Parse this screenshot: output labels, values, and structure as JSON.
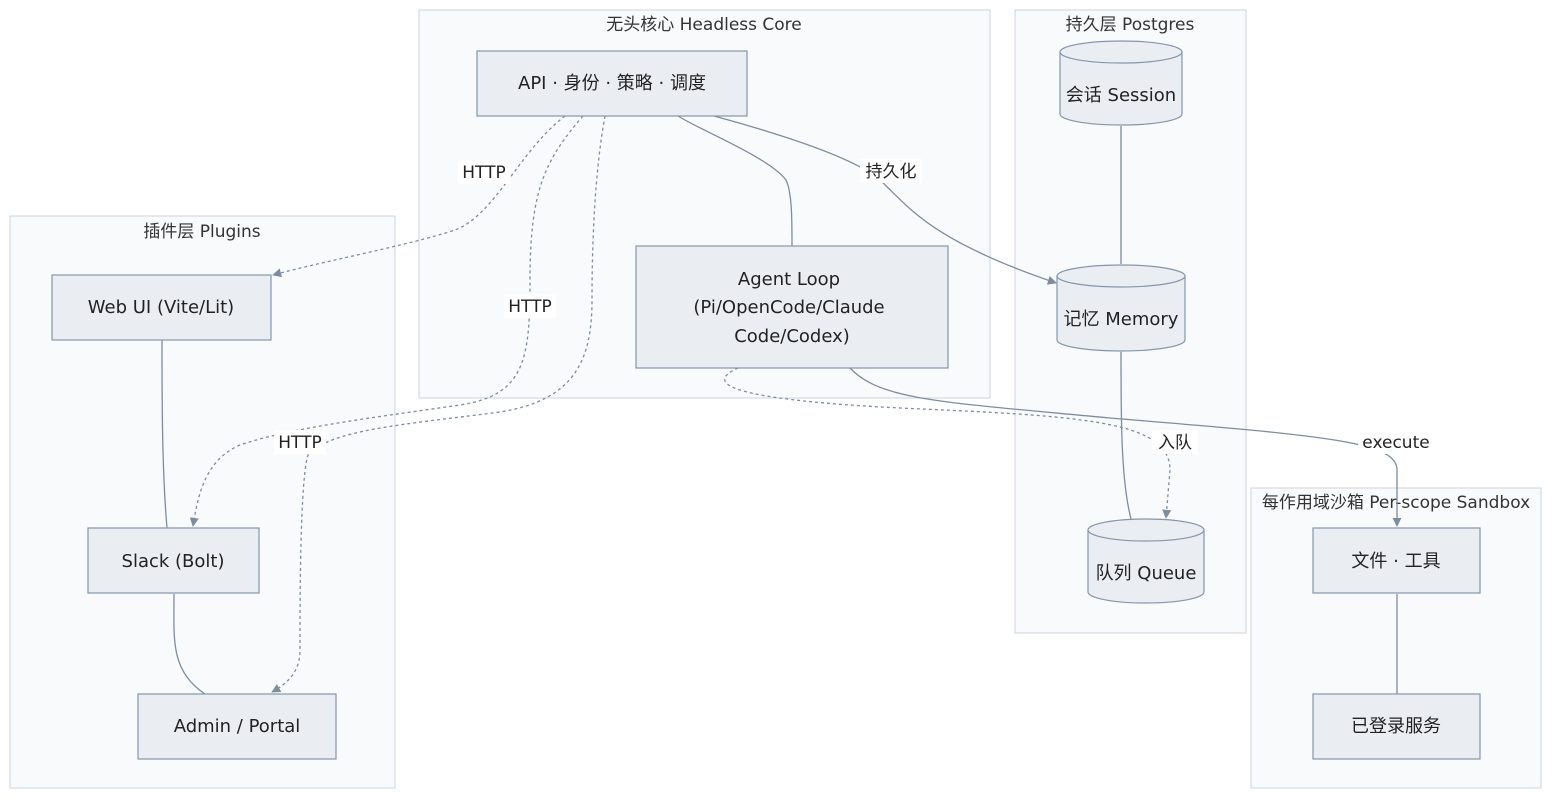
{
  "clusters": {
    "core": "无头核心 Headless Core",
    "persist": "持久层 Postgres",
    "plugins": "插件层 Plugins",
    "sandbox": "每作用域沙箱 Per-scope Sandbox"
  },
  "nodes": {
    "api": "API · 身份 · 策略 · 调度",
    "agent_line1": "Agent Loop",
    "agent_line2": "(Pi/OpenCode/Claude",
    "agent_line3": "Code/Codex)",
    "session": "会话 Session",
    "memory": "记忆 Memory",
    "queue": "队列 Queue",
    "webui": "Web UI (Vite/Lit)",
    "slack": "Slack (Bolt)",
    "admin": "Admin / Portal",
    "files": "文件 · 工具",
    "services": "已登录服务"
  },
  "edges": {
    "http_webui": "HTTP",
    "http_slack": "HTTP",
    "http_admin": "HTTP",
    "persist": "持久化",
    "enqueue": "入队",
    "execute": "execute"
  },
  "colors": {
    "cluster_fill": "#f9fafc",
    "cluster_stroke": "#ccd3de",
    "node_fill": "#eaeef3",
    "node_stroke": "#8496ab",
    "edge": "#7d8da0"
  }
}
